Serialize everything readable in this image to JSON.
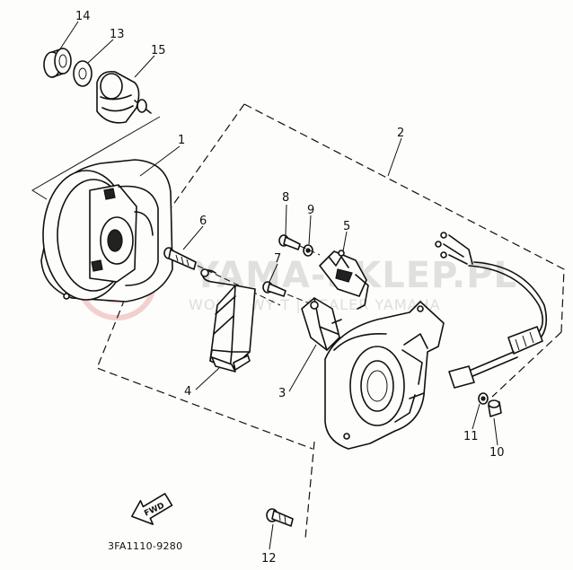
{
  "diagram": {
    "drawing_code": "3FA1110-9280",
    "fwd_label": "FWD",
    "watermark": {
      "brand": "YAMA-SKLEP.PL",
      "subtitle": "WOJ      NOWY   T     | DEALER YAMAHA"
    },
    "callouts": [
      {
        "id": "c1",
        "label": "1"
      },
      {
        "id": "c2",
        "label": "2"
      },
      {
        "id": "c3",
        "label": "3"
      },
      {
        "id": "c4",
        "label": "4"
      },
      {
        "id": "c5",
        "label": "5"
      },
      {
        "id": "c6",
        "label": "6"
      },
      {
        "id": "c7",
        "label": "7"
      },
      {
        "id": "c8",
        "label": "8"
      },
      {
        "id": "c9",
        "label": "9"
      },
      {
        "id": "c10",
        "label": "10"
      },
      {
        "id": "c11",
        "label": "11"
      },
      {
        "id": "c12",
        "label": "12"
      },
      {
        "id": "c13",
        "label": "13"
      },
      {
        "id": "c14",
        "label": "14"
      },
      {
        "id": "c15",
        "label": "15"
      }
    ]
  }
}
